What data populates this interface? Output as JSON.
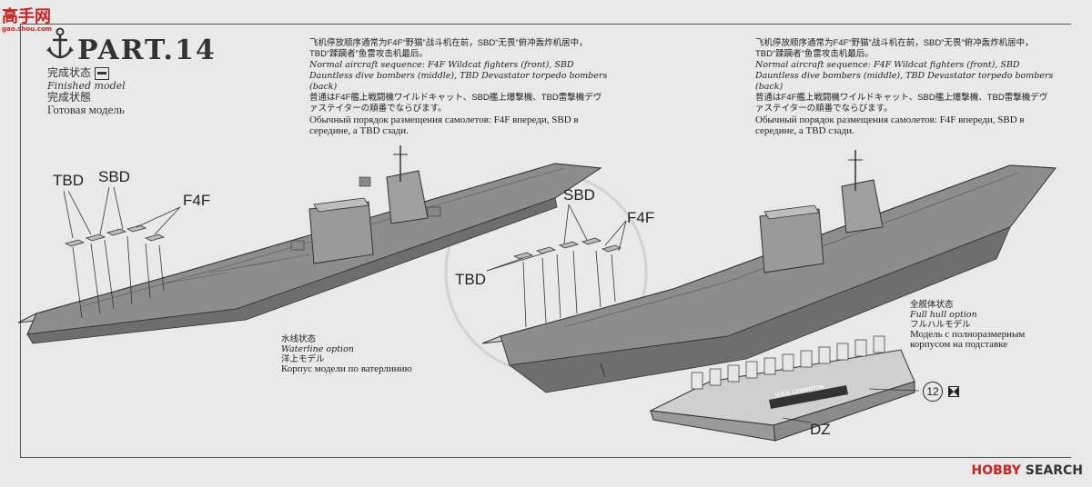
{
  "watermark_left": {
    "text": "高手网",
    "url": "gao.shou.com"
  },
  "watermark_right": {
    "part1": "HOBBY",
    "part2": " SEARCH"
  },
  "header": {
    "part_title": "PART.14",
    "status_zh": "完成状态",
    "status_en": "Finished model",
    "status_ja": "完成状態",
    "status_ru": "Готовая модель"
  },
  "notes": {
    "zh": "飞机停放顺序通常为F4F“野猫”战斗机在前，SBD“无畏”俯冲轰炸机居中，TBD“蹂躏者”鱼雷攻击机最后。",
    "en": "Normal aircraft sequence: F4F Wildcat fighters (front), SBD Dauntless dive bombers (middle), TBD Devastator torpedo bombers (back)",
    "ja": "普通はF4F艦上戦闘機ワイルドキャット、SBD艦上爆撃機、TBD雷撃機デヴァステイターの順番でならびます。",
    "ru": "Обычный порядок размещения самолетов: F4F впереди, SBD в середине, а TBD сзади."
  },
  "left_model": {
    "labels": {
      "tbd": "TBD",
      "sbd": "SBD",
      "f4f": "F4F"
    },
    "caption_zh": "水线状态",
    "caption_en": "Waterline option",
    "caption_ja": "洋上モデル",
    "caption_ru": "Корпус модели по ватерлинию"
  },
  "right_model": {
    "labels": {
      "tbd": "TBD",
      "sbd": "SBD",
      "f4f": "F4F",
      "stand": "DZ"
    },
    "caption_zh": "全舰体状态",
    "caption_en": "Full hull option",
    "caption_ja": "フルハルモデル",
    "caption_ru": "Модель с полноразмерным корпусом на подставке",
    "plate_text": "U.S.S. LEXINGTON",
    "part_number": "12"
  }
}
